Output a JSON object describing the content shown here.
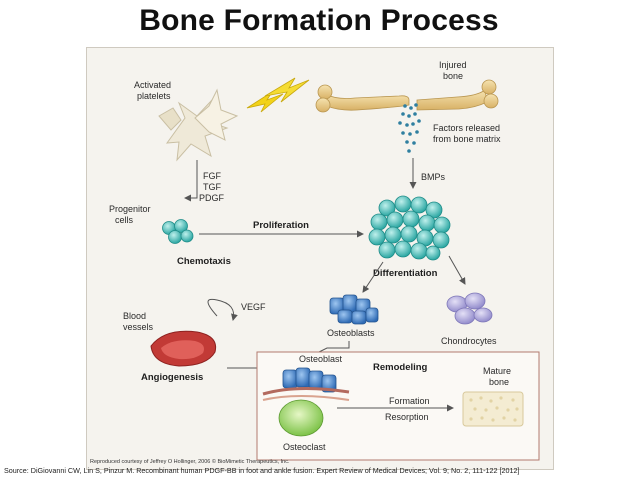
{
  "title": "Bone Formation Process",
  "labels": {
    "activated_platelets": [
      "Activated",
      "platelets"
    ],
    "injured_bone": [
      "Injured",
      "bone"
    ],
    "factors_released": [
      "Factors released",
      "from bone matrix"
    ],
    "growth_factors": [
      "FGF",
      "TGF",
      "PDGF"
    ],
    "bmps": "BMPs",
    "progenitor_cells": [
      "Progenitor",
      "cells"
    ],
    "proliferation": "Proliferation",
    "chemotaxis": "Chemotaxis",
    "differentiation": "Differentiation",
    "osteoblasts": "Osteoblasts",
    "chondrocytes": "Chondrocytes",
    "blood_vessels": [
      "Blood",
      "vessels"
    ],
    "vegf": "VEGF",
    "angiogenesis": "Angiogenesis",
    "osteoblast": "Osteoblast",
    "remodeling": "Remodeling",
    "mature_bone": [
      "Mature",
      "bone"
    ],
    "formation": "Formation",
    "resorption": "Resorption",
    "osteoclast": "Osteoclast"
  },
  "credit": "Reproduced courtesy of Jeffrey O Hollinger, 2006 © BioMimetic Therapeutics, Inc.",
  "source": "Source: DiGiovanni CW, Lin S, Pinzur M. Recombinant human PDGF-BB in foot and ankle fusion. Expert Review of Medical Devices; Vol. 9; No. 2, 111-122 [2012]",
  "colors": {
    "bone": "#e8c982",
    "lightning": "#f2d219",
    "stem_cells": "#3fb8b4",
    "osteoblast": "#3f7fc4",
    "chondrocyte": "#a9a3d4",
    "blood_vessel": "#c23a36",
    "osteoclast": "#9bd36a"
  }
}
